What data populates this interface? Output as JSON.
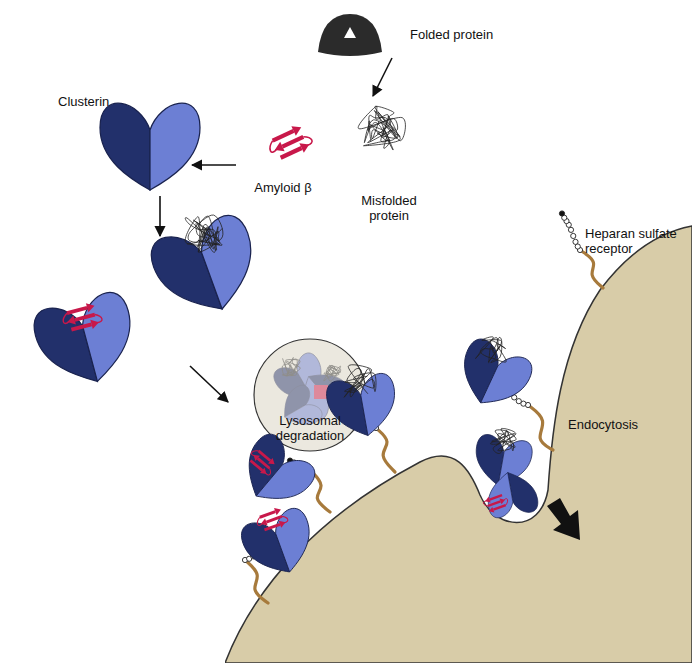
{
  "diagram": {
    "nodes": [
      {
        "text": [
          "Endocytosis"
        ]
      },
      {
        "text": [
          "Lysosomal degradation"
        ],
        "in": 0
      }
    ],
    "labels": [
      "Folded protein",
      "Clusterin",
      "Amyloid β",
      "Misfolded protein",
      "Heparan sulfate receptor"
    ]
  }
}
